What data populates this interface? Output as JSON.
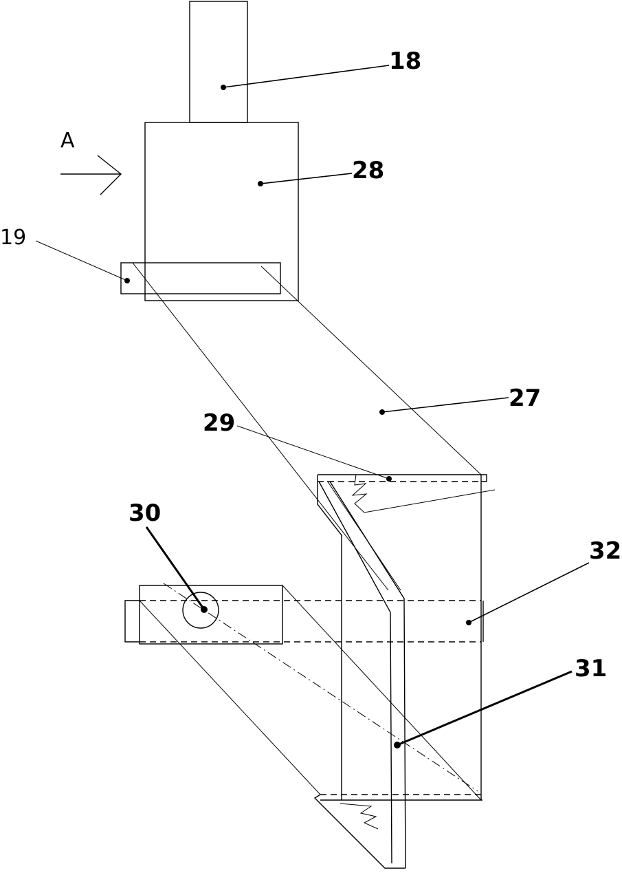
{
  "labels": {
    "l18": "18",
    "l28": "28",
    "l19": "19",
    "l27": "27",
    "l29": "29",
    "l30": "30",
    "l32": "32",
    "l31": "31",
    "view_arrow": "A"
  }
}
